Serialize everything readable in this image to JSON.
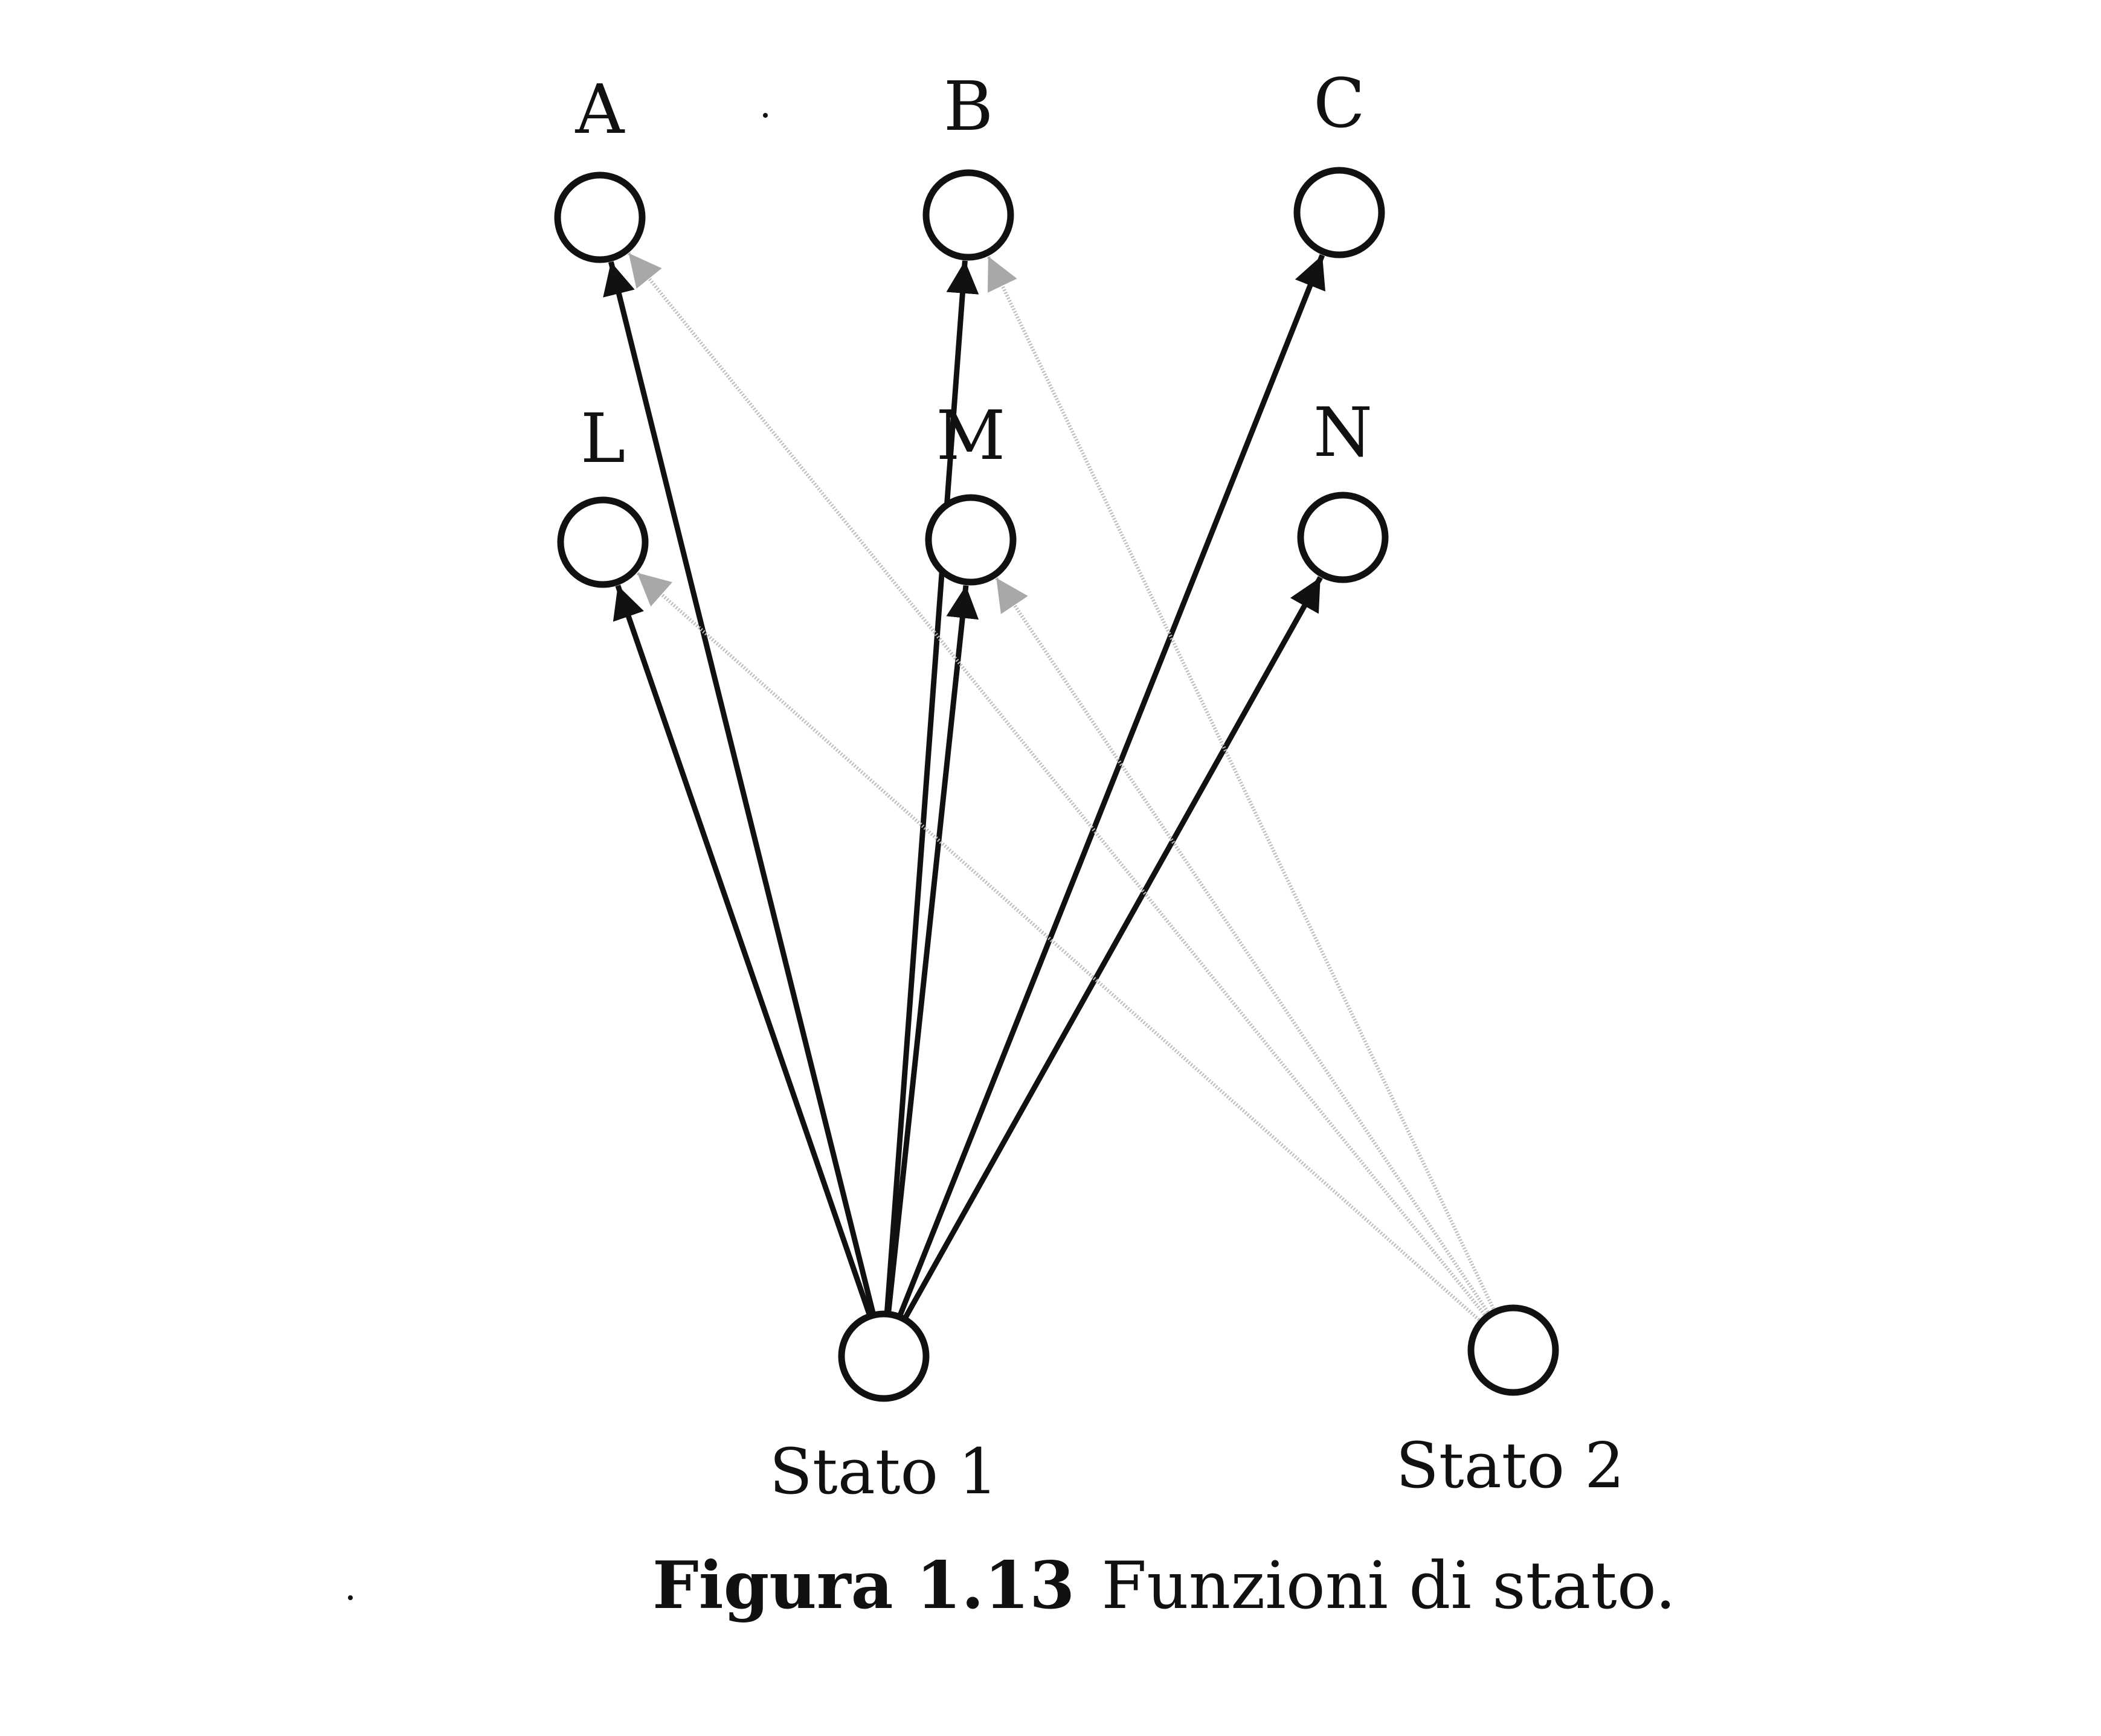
{
  "nodes": {
    "A": {
      "label": "A"
    },
    "B": {
      "label": "B"
    },
    "C": {
      "label": "C"
    },
    "L": {
      "label": "L"
    },
    "M": {
      "label": "M"
    },
    "N": {
      "label": "N"
    },
    "S1": {
      "label": "Stato 1"
    },
    "S2": {
      "label": "Stato 2"
    }
  },
  "edges": [
    {
      "from": "S1",
      "to": "A",
      "style": "black"
    },
    {
      "from": "S1",
      "to": "B",
      "style": "black"
    },
    {
      "from": "S1",
      "to": "C",
      "style": "black"
    },
    {
      "from": "S1",
      "to": "L",
      "style": "black"
    },
    {
      "from": "S1",
      "to": "M",
      "style": "black"
    },
    {
      "from": "S1",
      "to": "N",
      "style": "black"
    },
    {
      "from": "S2",
      "to": "A",
      "style": "gray"
    },
    {
      "from": "S2",
      "to": "B",
      "style": "gray"
    },
    {
      "from": "S2",
      "to": "L",
      "style": "gray"
    },
    {
      "from": "S2",
      "to": "M",
      "style": "gray"
    }
  ],
  "caption": {
    "bold": "Figura 1.13",
    "text": "Funzioni di stato."
  },
  "colors": {
    "primary_edge": "#111111",
    "secondary_edge": "#b9b9b9"
  }
}
